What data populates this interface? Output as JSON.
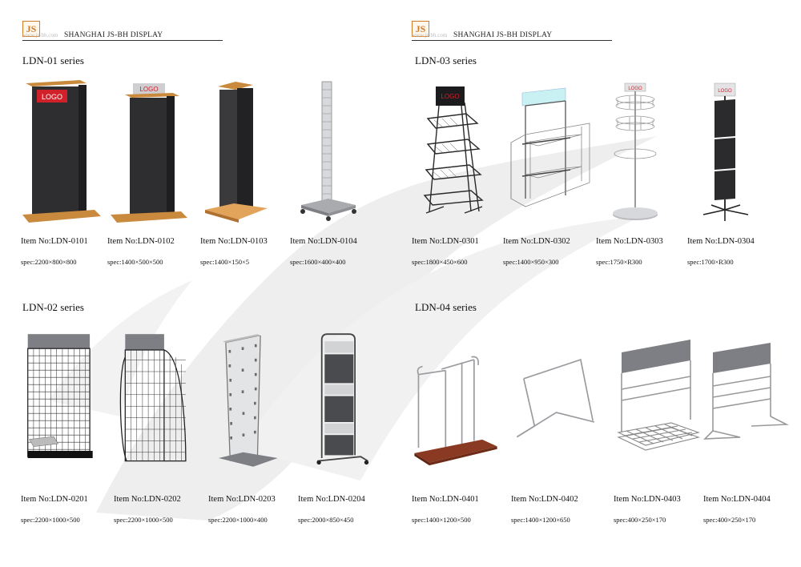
{
  "header": {
    "logo": "JS",
    "url": "www.js-bh.com",
    "company": "SHANGHAI JS-BH DISPLAY"
  },
  "sections": [
    {
      "title": "LDN-01 series",
      "items": [
        {
          "no": "Item No:LDN-0101",
          "spec": "spec:2200×800×800",
          "logo": "LOGO"
        },
        {
          "no": "Item No:LDN-0102",
          "spec": "spec:1400×500×500",
          "logo": "LOGO"
        },
        {
          "no": "Item No:LDN-0103",
          "spec": "spec:1400×150×5"
        },
        {
          "no": "Item No:LDN-0104",
          "spec": "spec:1600×400×400"
        }
      ]
    },
    {
      "title": "LDN-03 series",
      "items": [
        {
          "no": "Item No:LDN-0301",
          "spec": "spec:1800×450×600",
          "logo": "LOGO"
        },
        {
          "no": "Item No:LDN-0302",
          "spec": "spec:1400×950×300"
        },
        {
          "no": "Item No:LDN-0303",
          "spec": "spec:1750×R300",
          "logo": "LOGO"
        },
        {
          "no": "Item No:LDN-0304",
          "spec": "spec:1700×R300",
          "logo": "LOGO"
        }
      ]
    },
    {
      "title": "LDN-02 series",
      "items": [
        {
          "no": "Item No:LDN-0201",
          "spec": "spec:2200×1000×500"
        },
        {
          "no": "Item No:LDN-0202",
          "spec": "spec:2200×1000×500"
        },
        {
          "no": "Item No:LDN-0203",
          "spec": "spec:2200×1000×400"
        },
        {
          "no": "Item No:LDN-0204",
          "spec": "spec:2000×850×450"
        }
      ]
    },
    {
      "title": "LDN-04 series",
      "items": [
        {
          "no": "Item No:LDN-0401",
          "spec": "spec:1400×1200×500"
        },
        {
          "no": "Item No:LDN-0402",
          "spec": "spec:1400×1200×650"
        },
        {
          "no": "Item No:LDN-0403",
          "spec": "spec:400×250×170"
        },
        {
          "no": "Item No:LDN-0404",
          "spec": "spec:400×250×170"
        }
      ]
    }
  ],
  "colors": {
    "panel_dark": "#2e2e30",
    "wood": "#c98a3e",
    "logo_red": "#d0202a",
    "metal": "#9a9ca0",
    "header_plate": "#7d7f84",
    "watermark": "#e8e8e8",
    "base_brown": "#8a3a22"
  }
}
